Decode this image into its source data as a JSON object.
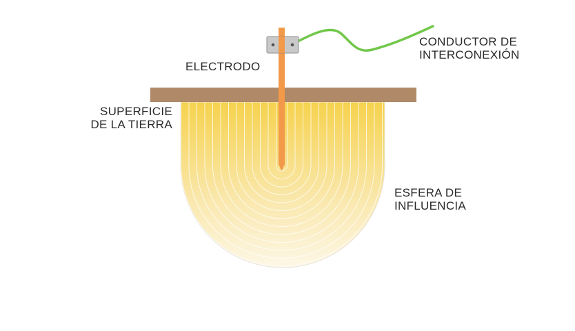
{
  "labels": {
    "conductor": {
      "line1": "CONDUCTOR DE",
      "line2": "INTERCONEXIÓN"
    },
    "electrode": "ELECTRODO",
    "surface": {
      "line1": "SUPERFICIE",
      "line2": "DE LA TIERRA"
    },
    "sphere": {
      "line1": "ESFERA DE",
      "line2": "INFLUENCIA"
    }
  },
  "colors": {
    "ground_surface": "#b08968",
    "electrode": "#f29a4a",
    "conductor": "#72c74a",
    "clamp": "#c9c9c9",
    "sphere_top": "#f6d24e",
    "sphere_bottom": "#fdf7e6",
    "contour": "#ffffff",
    "text": "#2a2a2a"
  },
  "diagram": {
    "influence_contour_count": 13
  }
}
